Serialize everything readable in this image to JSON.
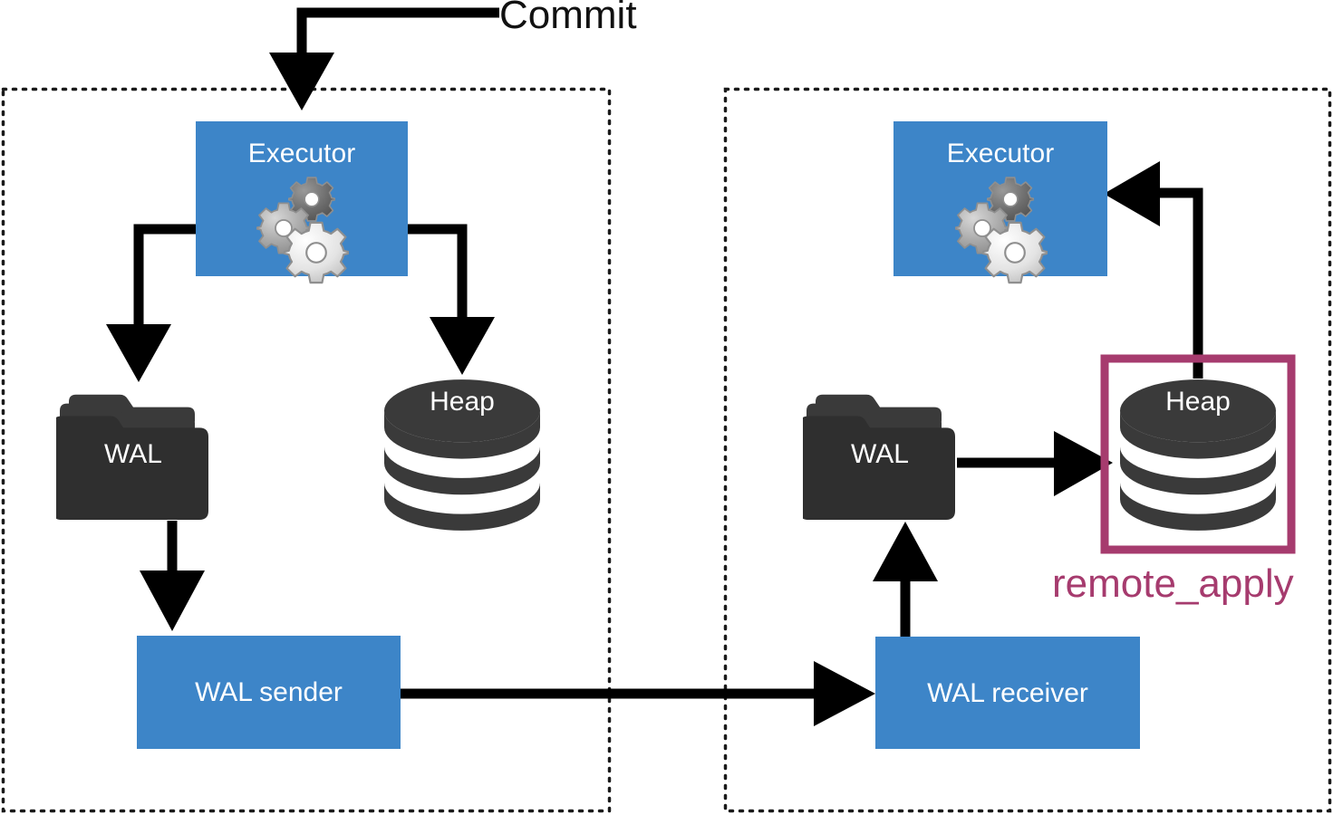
{
  "diagram": {
    "title_annotation": "Commit",
    "highlight_annotation": "remote_apply",
    "colors": {
      "node_blue": "#3d85c8",
      "storage_dark": "#3a3a3a",
      "highlight_magenta": "#a6days",
      "highlight": "#a63b6e",
      "arrow_black": "#000000",
      "boundary_dotted": "#1a1a1a",
      "label_white": "#ffffff"
    },
    "primary_group": {
      "name": "primary-server-boundary",
      "nodes": {
        "executor": {
          "label": "Executor",
          "icon": "gears-icon"
        },
        "wal": {
          "label": "WAL",
          "icon": "folder-icon"
        },
        "heap": {
          "label": "Heap",
          "icon": "database-cylinder-icon"
        },
        "wal_sender": {
          "label": "WAL sender"
        }
      }
    },
    "standby_group": {
      "name": "standby-server-boundary",
      "nodes": {
        "executor": {
          "label": "Executor",
          "icon": "gears-icon"
        },
        "wal": {
          "label": "WAL",
          "icon": "folder-icon"
        },
        "heap": {
          "label": "Heap",
          "icon": "database-cylinder-icon"
        },
        "wal_receiver": {
          "label": "WAL receiver"
        }
      }
    },
    "edges": [
      {
        "name": "commit-to-executor",
        "from": "Commit",
        "to": "Executor (primary)"
      },
      {
        "name": "executor-to-wal",
        "from": "Executor (primary)",
        "to": "WAL (primary)"
      },
      {
        "name": "executor-to-heap",
        "from": "Executor (primary)",
        "to": "Heap (primary)"
      },
      {
        "name": "wal-to-wal-sender",
        "from": "WAL (primary)",
        "to": "WAL sender"
      },
      {
        "name": "wal-sender-to-wal-receiver",
        "from": "WAL sender",
        "to": "WAL receiver"
      },
      {
        "name": "wal-receiver-to-wal",
        "from": "WAL receiver",
        "to": "WAL (standby)"
      },
      {
        "name": "wal-to-heap",
        "from": "WAL (standby)",
        "to": "Heap (standby)"
      },
      {
        "name": "heap-to-executor",
        "from": "Heap (standby)",
        "to": "Executor (standby)"
      }
    ]
  }
}
